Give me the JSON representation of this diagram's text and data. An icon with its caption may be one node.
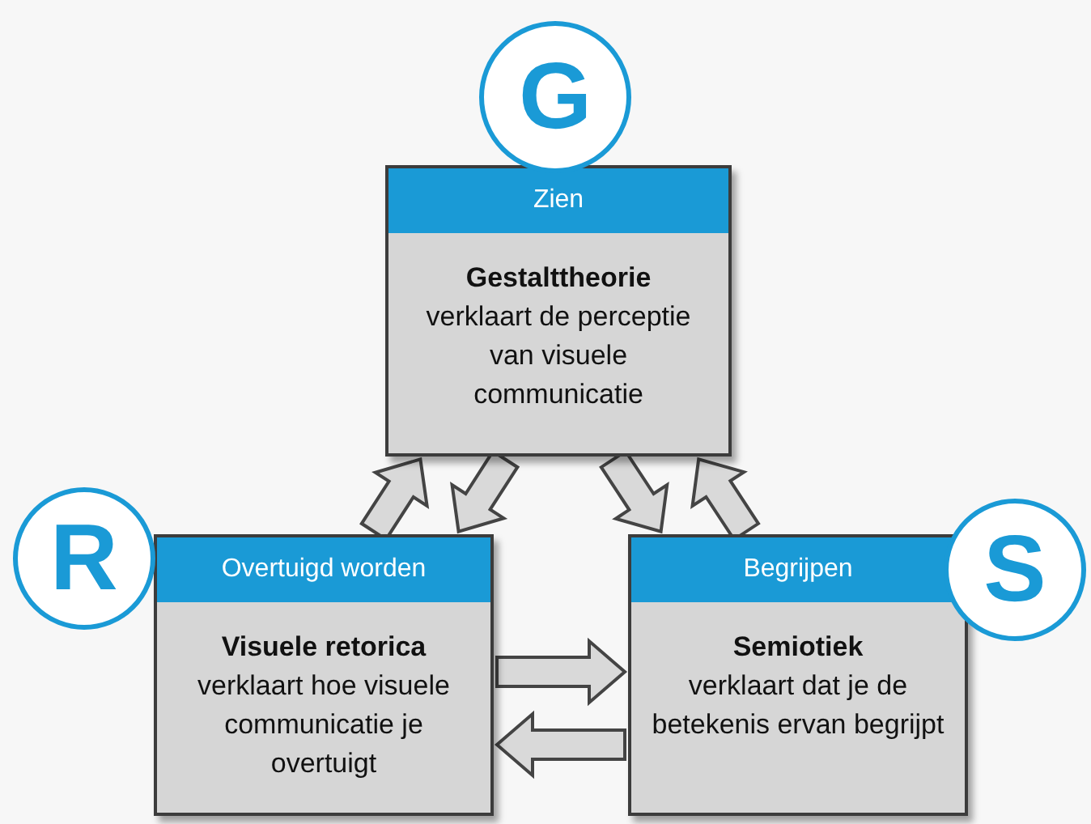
{
  "diagram": {
    "nodes": [
      {
        "text": [
          "G"
        ]
      },
      {
        "text": [
          "Zien",
          "Gestalttheorie",
          "verklaart de perceptie van visuele communicatie"
        ]
      },
      {
        "text": [
          "R"
        ]
      },
      {
        "text": [
          "Overtuigd worden",
          "Visuele retorica",
          "verklaart hoe visuele communicatie je overtuigt"
        ]
      },
      {
        "text": [
          "Begrijpen",
          "Semiotiek",
          "verklaart dat je de betekenis ervan begrijpt"
        ]
      },
      {
        "text": [
          "S"
        ]
      }
    ],
    "edges": [
      {
        "from": 3,
        "to": 1,
        "arrow": "to"
      },
      {
        "from": 1,
        "to": 3,
        "arrow": "to"
      },
      {
        "from": 4,
        "to": 1,
        "arrow": "to"
      },
      {
        "from": 1,
        "to": 4,
        "arrow": "to"
      },
      {
        "from": 3,
        "to": 4,
        "arrow": "to"
      },
      {
        "from": 4,
        "to": 3,
        "arrow": "to"
      }
    ]
  }
}
